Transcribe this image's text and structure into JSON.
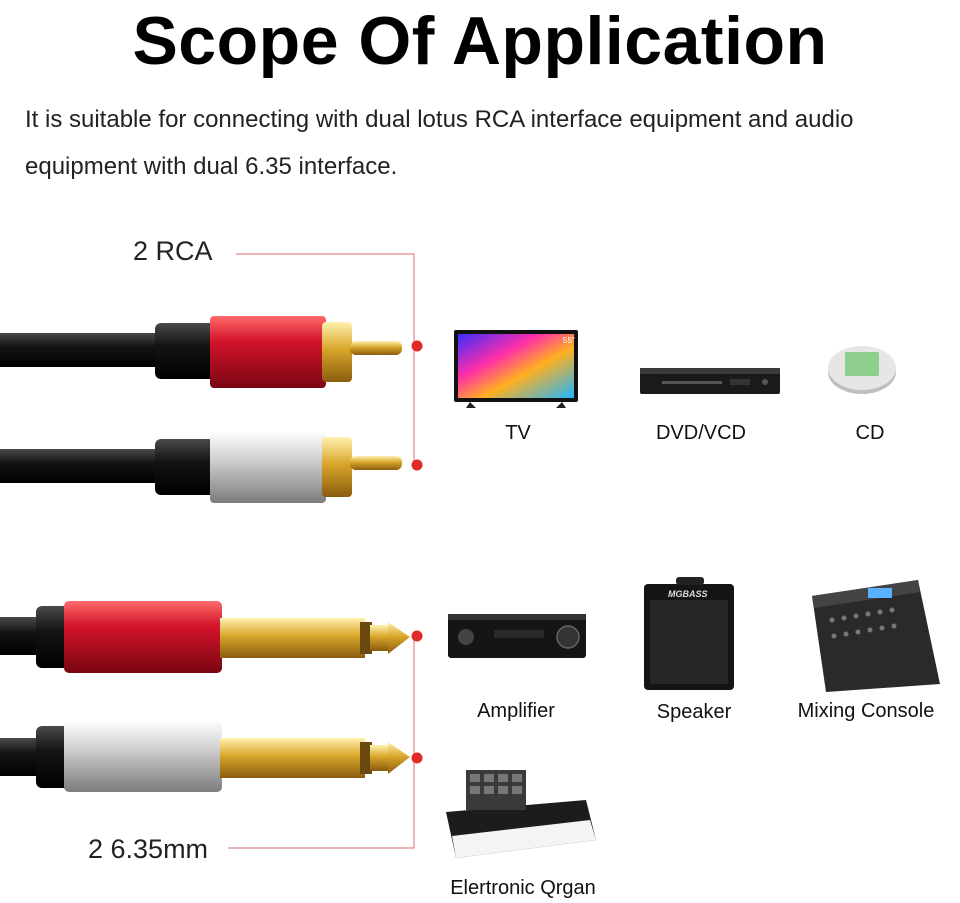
{
  "header": {
    "title": "Scope Of Application",
    "description": "It is suitable for connecting with dual lotus RCA interface equipment and audio equipment with dual 6.35 interface."
  },
  "connectors": {
    "rca_label": "2 RCA",
    "jack_label": "2 6.35mm"
  },
  "devices_rca": [
    {
      "label": "TV",
      "icon": "tv-icon",
      "screen_badge": "55\""
    },
    {
      "label": "DVD/VCD",
      "icon": "dvd-player-icon"
    },
    {
      "label": "CD",
      "icon": "cd-player-icon"
    }
  ],
  "devices_jack": [
    {
      "label": "Amplifier",
      "icon": "amplifier-icon"
    },
    {
      "label": "Speaker",
      "icon": "speaker-icon",
      "brand": "MGBASS"
    },
    {
      "label": "Mixing Console",
      "icon": "mixing-console-icon"
    },
    {
      "label": "Elertronic Qrgan",
      "icon": "keyboard-icon"
    }
  ],
  "colors": {
    "accent_red": "#e02a2a",
    "cable_black": "#111111",
    "gold": "#d9a62a",
    "silver": "#c9c9c9",
    "plug_red": "#c8102e"
  }
}
